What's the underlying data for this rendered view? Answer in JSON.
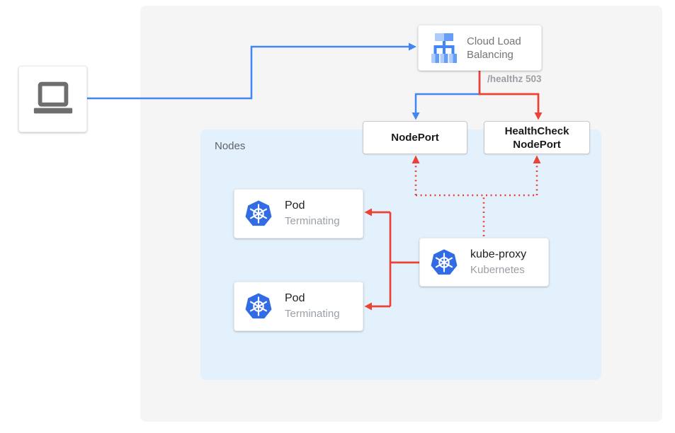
{
  "colors": {
    "blue": "#4285f4",
    "red": "#ea4335",
    "canvas_bg": "#f5f5f5",
    "nodes_bg": "#e3f1fc",
    "k8s_blue": "#326ce5",
    "lb_icon_light": "#aecbfa",
    "lb_icon_medium": "#669df6",
    "laptop_gray": "#6e6e6e",
    "title_text": "#212121",
    "muted_text": "#9aa0a6",
    "lb_label_text": "#757575"
  },
  "client": {
    "icon": "laptop-icon"
  },
  "load_balancer": {
    "icon": "cloud-load-balancing-icon",
    "label_lines": [
      "Cloud Load",
      "Balancing"
    ]
  },
  "connections": {
    "healthz_label": "/healthz 503"
  },
  "nodeport": {
    "label": "NodePort"
  },
  "healthcheck_nodeport": {
    "label_lines": [
      "HealthCheck",
      "NodePort"
    ]
  },
  "nodes_group": {
    "label": "Nodes"
  },
  "pods": [
    {
      "icon": "kubernetes-icon",
      "title": "Pod",
      "status": "Terminating"
    },
    {
      "icon": "kubernetes-icon",
      "title": "Pod",
      "status": "Terminating"
    }
  ],
  "kube_proxy": {
    "icon": "kubernetes-icon",
    "title": "kube-proxy",
    "subtitle": "Kubernetes"
  }
}
